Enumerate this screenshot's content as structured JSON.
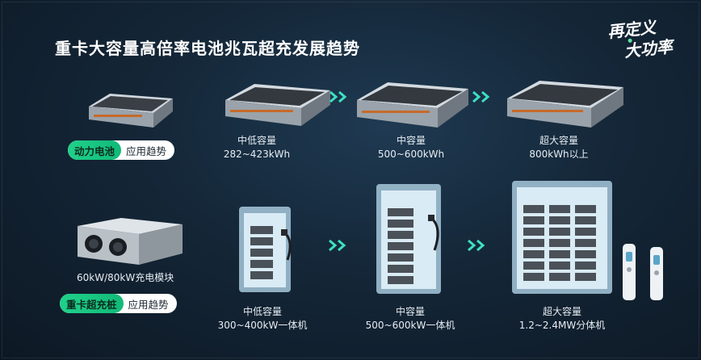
{
  "title": "重卡大容量高倍率电池兆瓦超充发展趋势",
  "logo": {
    "line1": "再定义",
    "line2": "大功率"
  },
  "battery_row": {
    "tag": "动力电池",
    "trend": "应用趋势",
    "items": [
      {
        "name": "中低容量",
        "value": "282~423kWh"
      },
      {
        "name": "中容量",
        "value": "500~600kWh"
      },
      {
        "name": "超大容量",
        "value": "800kWh以上"
      }
    ]
  },
  "charger_row": {
    "module_label": "60kW/80kW充电模块",
    "tag": "重卡超充桩",
    "trend": "应用趋势",
    "items": [
      {
        "name": "中低容量",
        "value": "300~400kW一体机"
      },
      {
        "name": "中容量",
        "value": "500~600kW一体机"
      },
      {
        "name": "超大容量",
        "value": "1.2~2.4MW分体机"
      }
    ]
  },
  "colors": {
    "accent": "#1fd18a",
    "arrow": "#3ee0c0",
    "background": "#142637"
  }
}
